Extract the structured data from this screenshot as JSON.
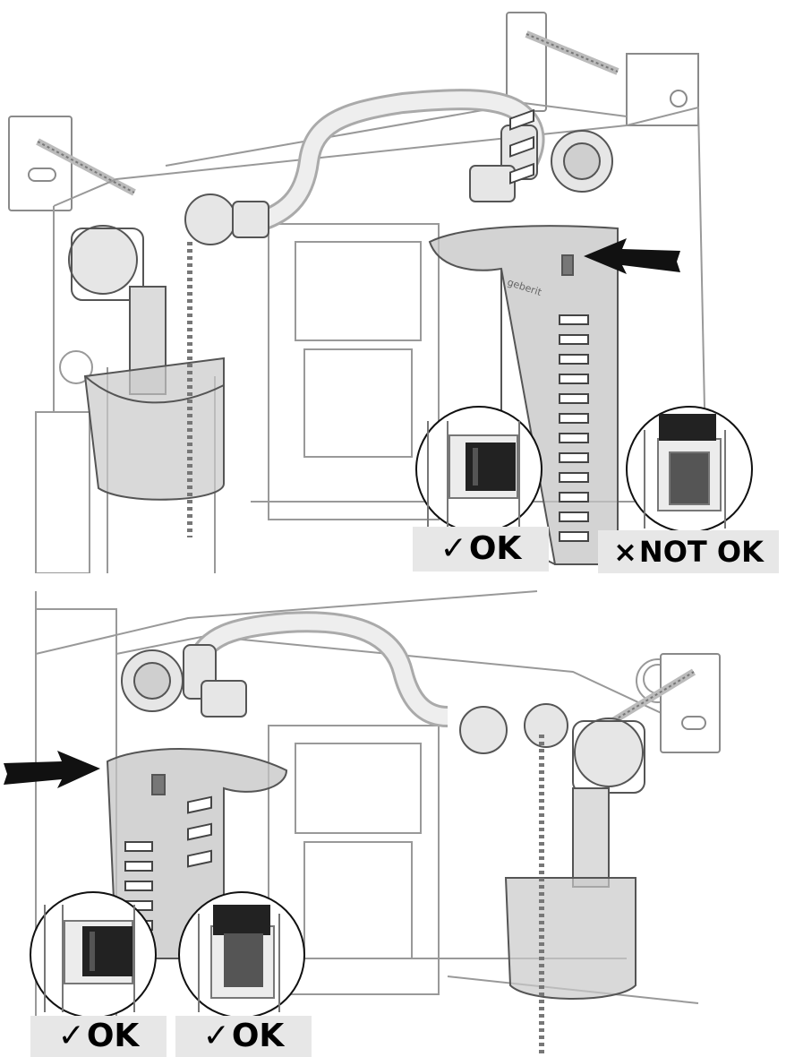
{
  "colors": {
    "line": "#555555",
    "line_light": "#9a9a9a",
    "translucent": "#bdbdbd",
    "arrow": "#111111",
    "block": "#222222",
    "label_bg": "#e7e7e7"
  },
  "top_panel": {
    "brand_mark": "geberit",
    "labels": {
      "left": {
        "mark": "✓",
        "text": "OK"
      },
      "right": {
        "mark": "×",
        "text": "NOT OK"
      }
    }
  },
  "bottom_panel": {
    "labels": {
      "left": {
        "mark": "✓",
        "text": "OK"
      },
      "right": {
        "mark": "✓",
        "text": "OK"
      }
    }
  }
}
